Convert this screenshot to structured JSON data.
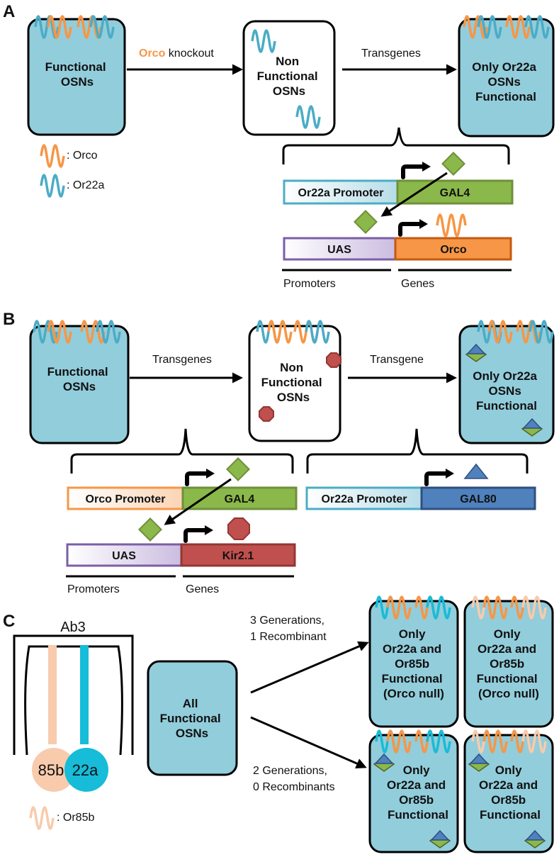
{
  "colors": {
    "cell_fill": "#92cddc",
    "orco_wave": "#f79646",
    "or22a_wave": "#4bacc6",
    "or85b_wave": "#f8cbad",
    "gal4": "#8bb84a",
    "gal80": "#4f81bd",
    "kir": "#c0504d",
    "uas": "#d9d0ea",
    "ab3_85b": "#f8cbad",
    "ab3_22a": "#17bcd8"
  },
  "panel_a": {
    "letter": "A",
    "cell1": [
      "Functional",
      "OSNs"
    ],
    "arrow1_word1": "Orco",
    "arrow1_word2": " knockout",
    "cell2": [
      "Non",
      "Functional",
      "OSNs"
    ],
    "arrow2": "Transgenes",
    "cell3": [
      "Only Or22a",
      "OSNs",
      "Functional"
    ],
    "legend_orco": ": Orco",
    "legend_or22a": ": Or22a",
    "promoter1": "Or22a Promoter",
    "gene1": "GAL4",
    "promoter2": "UAS",
    "gene2": "Orco",
    "label_promoters": "Promoters",
    "label_genes": "Genes"
  },
  "panel_b": {
    "letter": "B",
    "cell1": [
      "Functional",
      "OSNs"
    ],
    "arrow1": "Transgenes",
    "cell2": [
      "Non",
      "Functional",
      "OSNs"
    ],
    "arrow2": "Transgene",
    "cell3": [
      "Only Or22a",
      "OSNs",
      "Functional"
    ],
    "promoter1": "Orco Promoter",
    "gene1": "GAL4",
    "promoter2": "UAS",
    "gene2": "Kir2.1",
    "promoter3": "Or22a Promoter",
    "gene3": "GAL80",
    "label_promoters": "Promoters",
    "label_genes": "Genes"
  },
  "panel_c": {
    "letter": "C",
    "sensillum": "Ab3",
    "neuron1": "85b",
    "neuron2": "22a",
    "legend_or85b": ": Or85b",
    "source_cell": [
      "All",
      "Functional",
      "OSNs"
    ],
    "path1": [
      "3 Generations,",
      "1 Recombinant"
    ],
    "path2": [
      "2 Generations,",
      "0 Recombinants"
    ],
    "top_cells": [
      "Only",
      "Or22a and",
      "Or85b",
      "Functional",
      "(Orco null)"
    ],
    "bottom_cells": [
      "Only",
      "Or22a and",
      "Or85b",
      "Functional"
    ]
  }
}
